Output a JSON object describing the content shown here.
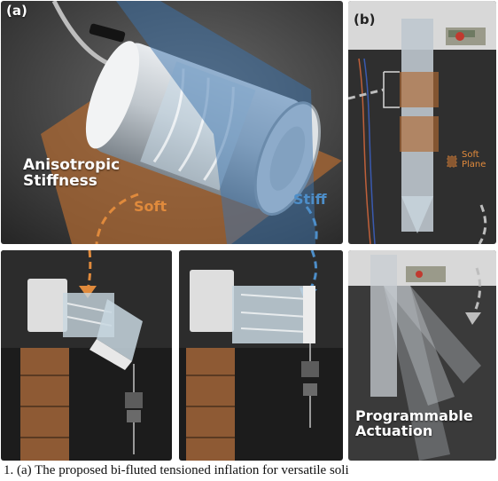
{
  "panels": {
    "a": {
      "tag": "(a)",
      "text_line1": "Anisotropic",
      "text_line2": "Stiffness",
      "soft_label": "Soft",
      "stiff_label": "Stiff"
    },
    "b": {
      "tag": "(b)",
      "soft_plane_line1": "Soft",
      "soft_plane_line2": "Plane",
      "text_line1": "Programmable",
      "text_line2": "Actuation"
    }
  },
  "caption": {
    "text": "1. (a) The proposed bi-fluted tensioned inflation for versatile soli"
  },
  "colors": {
    "soft": "#e08a3c",
    "stiff": "#4d8ec9",
    "plane_orange": "#b06a32",
    "plane_blue": "#3c74ae",
    "background_dark": "#2a2a2a"
  }
}
